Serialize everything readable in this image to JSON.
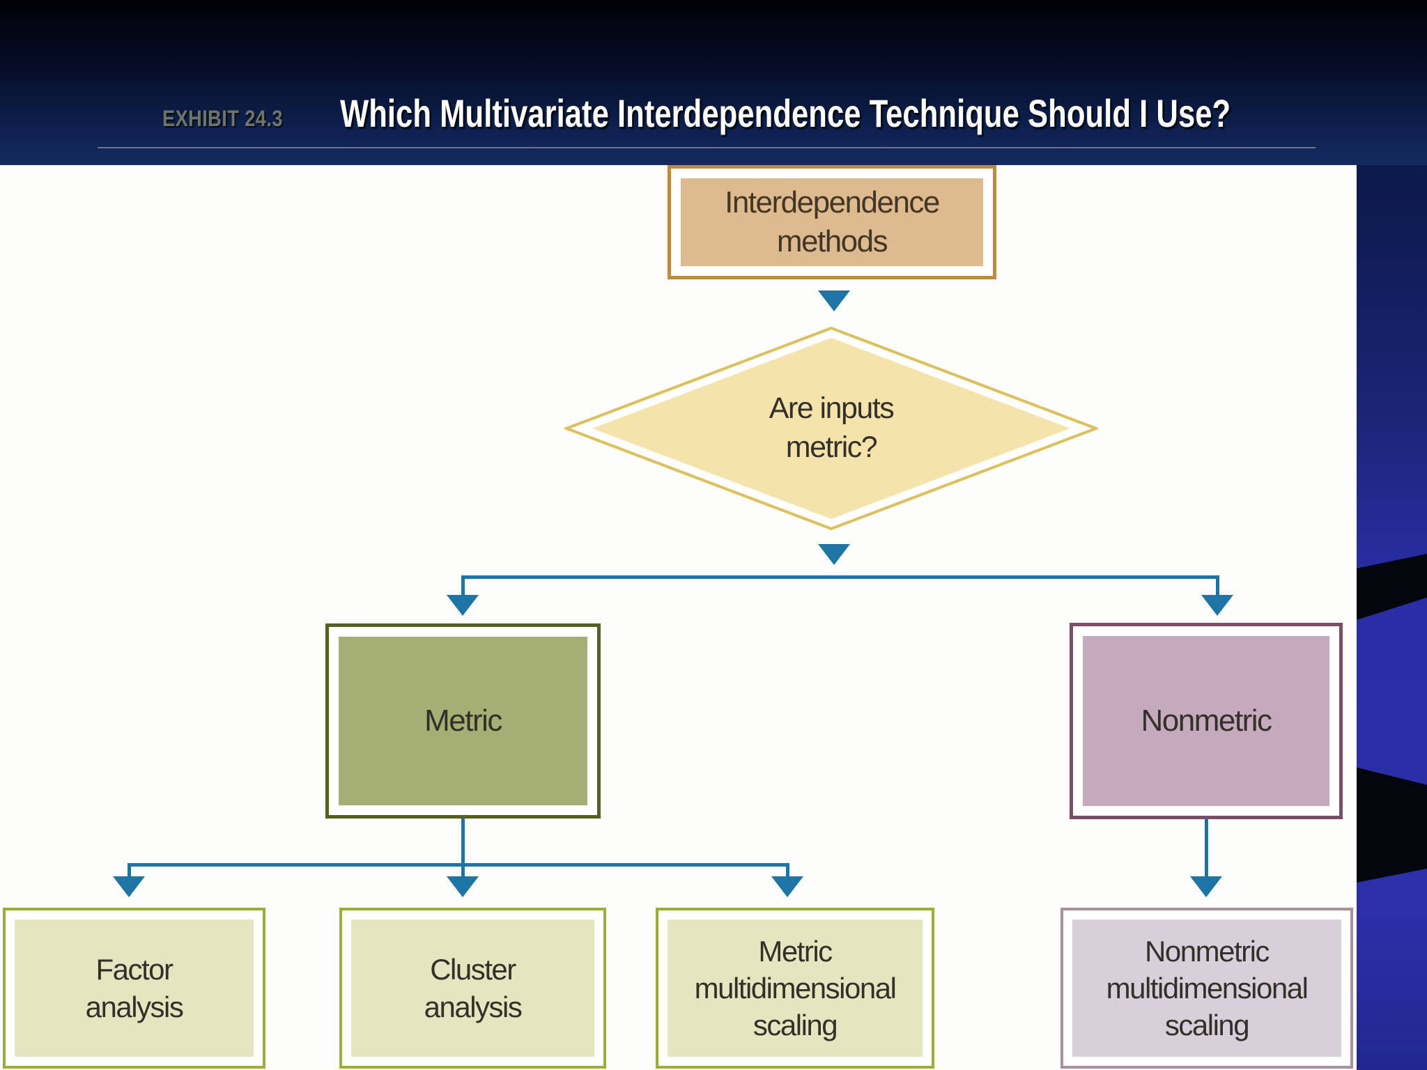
{
  "header": {
    "exhibit_label": "EXHIBIT 24.3",
    "title": "Which Multivariate Interdependence Technique Should I Use?"
  },
  "flowchart": {
    "nodes": {
      "root": "Interdependence\nmethods",
      "decision": "Are inputs\nmetric?",
      "metric": "Metric",
      "nonmetric": "Nonmetric",
      "factor": "Factor\nanalysis",
      "cluster": "Cluster\nanalysis",
      "metric_mds": "Metric\nmultidimensional\nscaling",
      "nonmetric_mds": "Nonmetric\nmultidimensional\nscaling"
    }
  },
  "colors": {
    "arrow": "#1e74a4",
    "root-fill": "#debb8e",
    "root-border": "#c2883c",
    "decision-fill": "#f5e3ac",
    "decision-border": "#dcc05c",
    "metric-fill": "#a5ae73",
    "metric-border": "#566020",
    "nonmetric-fill": "#c5a9bc",
    "nonmetric-border": "#7b4e67",
    "leaf-green-fill": "#e4e6bf",
    "leaf-green-border": "#9bad35",
    "leaf-purple-fill": "#d9cfda",
    "leaf-purple-border": "#a98fa0",
    "band-blue": "#2a2ea6",
    "band-black": "#04060e"
  }
}
